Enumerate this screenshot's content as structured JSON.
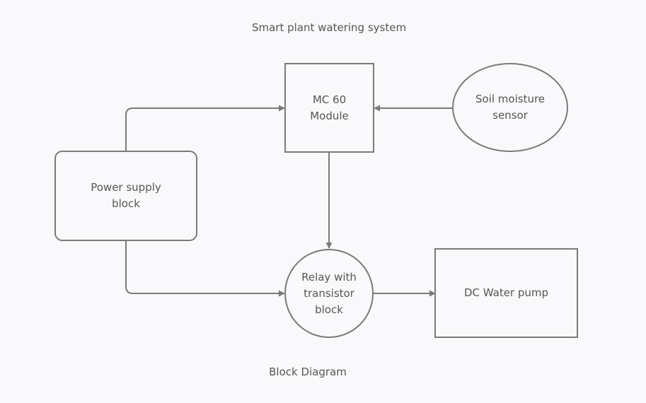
{
  "diagram": {
    "title": "Smart plant watering system",
    "caption": "Block Diagram",
    "nodes": {
      "mc60": [
        "MC 60",
        "Module"
      ],
      "soil_sensor": [
        "Soil moisture",
        "sensor"
      ],
      "power_supply": [
        "Power supply",
        "block"
      ],
      "relay": [
        "Relay with",
        "transistor",
        "block"
      ],
      "pump": [
        "DC Water pump"
      ]
    },
    "edges": [
      {
        "from": "power_supply",
        "to": "mc60"
      },
      {
        "from": "soil_sensor",
        "to": "mc60"
      },
      {
        "from": "mc60",
        "to": "relay"
      },
      {
        "from": "power_supply",
        "to": "relay"
      },
      {
        "from": "relay",
        "to": "pump"
      }
    ],
    "colors": {
      "stroke": "#7a7a7a",
      "text": "#555555",
      "background": "#f9f9fb"
    }
  }
}
